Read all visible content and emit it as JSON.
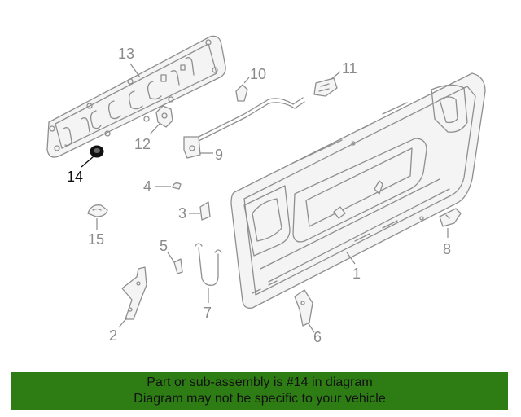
{
  "colors": {
    "banner_bg": "#2e7d14",
    "highlight": "#111111",
    "part_line": "#8f8f8f"
  },
  "callouts": {
    "c1": "1",
    "c2": "2",
    "c3": "3",
    "c4": "4",
    "c5": "5",
    "c6": "6",
    "c7": "7",
    "c8": "8",
    "c9": "9",
    "c10": "10",
    "c11": "11",
    "c12": "12",
    "c13": "13",
    "c14": "14",
    "c15": "15"
  },
  "highlighted_part": "14",
  "banner": {
    "line1": "Part or sub-assembly is #14 in diagram",
    "line2": "Diagram may not be specific to your vehicle"
  }
}
